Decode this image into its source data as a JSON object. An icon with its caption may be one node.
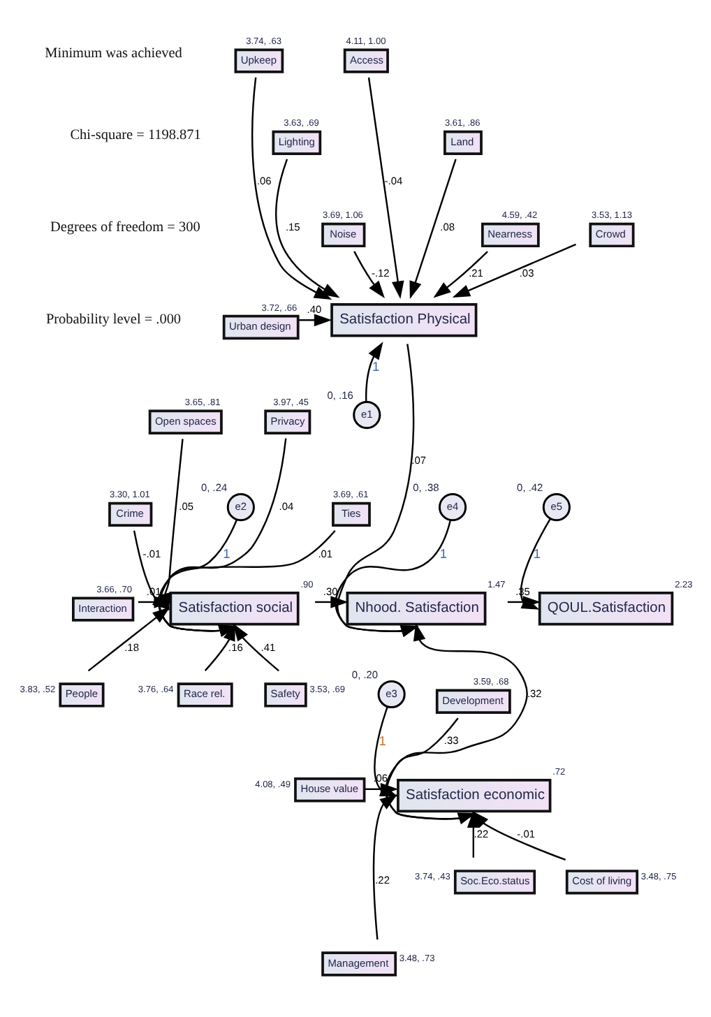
{
  "diagram": {
    "nodes": [
      {
        "text": [
          "Upkeep"
        ],
        "beside": [
          "3.74, .63"
        ]
      },
      {
        "text": [
          "Access"
        ],
        "beside": [
          "4.11, 1.00"
        ]
      },
      {
        "text": [
          "Lighting"
        ],
        "beside": [
          "3.63, .69"
        ]
      },
      {
        "text": [
          "Land"
        ],
        "beside": [
          "3.61, .86"
        ]
      },
      {
        "text": [
          "Noise"
        ],
        "beside": [
          "3.69, 1.06"
        ]
      },
      {
        "text": [
          "Nearness"
        ],
        "beside": [
          "4.59, .42"
        ]
      },
      {
        "text": [
          "Urban design"
        ],
        "beside": [
          "3.72, .66"
        ]
      },
      {
        "text": [
          "Crowd"
        ],
        "beside": [
          "3.53, 1.13"
        ]
      },
      {
        "text": [
          "Satisfaction Physical"
        ]
      },
      {
        "text": [
          "e1"
        ],
        "beside": [
          "0, .16"
        ]
      },
      {
        "text": [
          "Open spaces"
        ],
        "beside": [
          "3.65, .81"
        ]
      },
      {
        "text": [
          "Privacy"
        ],
        "beside": [
          "3.97, .45"
        ]
      },
      {
        "text": [
          "Crime"
        ],
        "beside": [
          "3.30, 1.01"
        ]
      },
      {
        "text": [
          "e2"
        ],
        "beside": [
          "0, .24"
        ]
      },
      {
        "text": [
          "Ties"
        ],
        "beside": [
          "3.69, .61"
        ]
      },
      {
        "text": [
          "e4"
        ],
        "beside": [
          "0, .38"
        ]
      },
      {
        "text": [
          "e5"
        ],
        "beside": [
          "0, .42"
        ]
      },
      {
        "text": [
          "Satisfaction social"
        ],
        "beside": [
          ".90"
        ]
      },
      {
        "text": [
          "Nhood. Satisfaction"
        ],
        "beside": [
          "1.47"
        ]
      },
      {
        "text": [
          "QOUL.Satisfaction"
        ],
        "beside": [
          "2.23"
        ]
      },
      {
        "text": [
          "Interaction"
        ],
        "beside": [
          "3.66, .70"
        ]
      },
      {
        "text": [
          "People"
        ],
        "beside": [
          "3.83, .52"
        ]
      },
      {
        "text": [
          "Race rel."
        ],
        "beside": [
          "3.76, .64"
        ]
      },
      {
        "text": [
          "Safety"
        ],
        "beside": [
          "3.53, .69"
        ]
      },
      {
        "text": [
          "e3"
        ],
        "beside": [
          "0, .20"
        ]
      },
      {
        "text": [
          "Satisfaction economic"
        ],
        "beside": [
          ".72"
        ]
      },
      {
        "text": [
          "House value"
        ],
        "beside": [
          "4.08, .49"
        ]
      },
      {
        "text": [
          "Development"
        ],
        "beside": [
          "3.59, .68"
        ]
      },
      {
        "text": [
          "Soc.Eco.status"
        ],
        "beside": [
          "3.74, .43"
        ]
      },
      {
        "text": [
          "Cost of living"
        ],
        "beside": [
          "3.48, .75"
        ]
      },
      {
        "text": [
          "Management"
        ],
        "beside": [
          "3.48, .73"
        ]
      }
    ],
    "edges": [
      {
        "from": 0,
        "to": 8,
        "arrow": "to",
        "label": ".06"
      },
      {
        "from": 1,
        "to": 8,
        "arrow": "to",
        "label": "-.04"
      },
      {
        "from": 2,
        "to": 8,
        "arrow": "to",
        "label": ".15"
      },
      {
        "from": 3,
        "to": 8,
        "arrow": "to",
        "label": ".08"
      },
      {
        "from": 4,
        "to": 8,
        "arrow": "to",
        "label": "-.12"
      },
      {
        "from": 5,
        "to": 8,
        "arrow": "to",
        "label": ".21"
      },
      {
        "from": 6,
        "to": 8,
        "arrow": "to",
        "label": ".40"
      },
      {
        "from": 7,
        "to": 8,
        "arrow": "to",
        "label": ".03"
      },
      {
        "from": 9,
        "to": 8,
        "arrow": "to",
        "label": "1"
      },
      {
        "from": 8,
        "to": 18,
        "arrow": "to",
        "label": ".07"
      },
      {
        "from": 10,
        "to": 17,
        "arrow": "to",
        "label": ".05"
      },
      {
        "from": 11,
        "to": 17,
        "arrow": "to",
        "label": ".04"
      },
      {
        "from": 12,
        "to": 17,
        "arrow": "to",
        "label": "-.01"
      },
      {
        "from": 13,
        "to": 17,
        "arrow": "to",
        "label": "1"
      },
      {
        "from": 14,
        "to": 17,
        "arrow": "to",
        "label": ".01"
      },
      {
        "from": 20,
        "to": 17,
        "arrow": "to",
        "label": ".01"
      },
      {
        "from": 21,
        "to": 17,
        "arrow": "to",
        "label": ".18"
      },
      {
        "from": 22,
        "to": 17,
        "arrow": "to",
        "label": ".16"
      },
      {
        "from": 23,
        "to": 17,
        "arrow": "to",
        "label": ".41"
      },
      {
        "from": 17,
        "to": 18,
        "arrow": "to",
        "label": ".30"
      },
      {
        "from": 15,
        "to": 18,
        "arrow": "to",
        "label": "1"
      },
      {
        "from": 18,
        "to": 19,
        "arrow": "to",
        "label": ".35"
      },
      {
        "from": 16,
        "to": 19,
        "arrow": "to",
        "label": "1"
      },
      {
        "from": 25,
        "to": 18,
        "arrow": "to",
        "label": ".32"
      },
      {
        "from": 24,
        "to": 25,
        "arrow": "to",
        "label": "1"
      },
      {
        "from": 26,
        "to": 25,
        "arrow": "to",
        "label": ".06"
      },
      {
        "from": 27,
        "to": 25,
        "arrow": "to",
        "label": ".33"
      },
      {
        "from": 28,
        "to": 25,
        "arrow": "to",
        "label": ".22"
      },
      {
        "from": 30,
        "to": 25,
        "arrow": "to",
        "label": ".22"
      },
      {
        "from": 29,
        "to": 25,
        "arrow": "to",
        "label": "-.01"
      }
    ],
    "labels": [
      "Minimum was achieved",
      "Chi-square = 1198.871",
      "Degrees of freedom = 300",
      "Probability level = .000"
    ]
  }
}
